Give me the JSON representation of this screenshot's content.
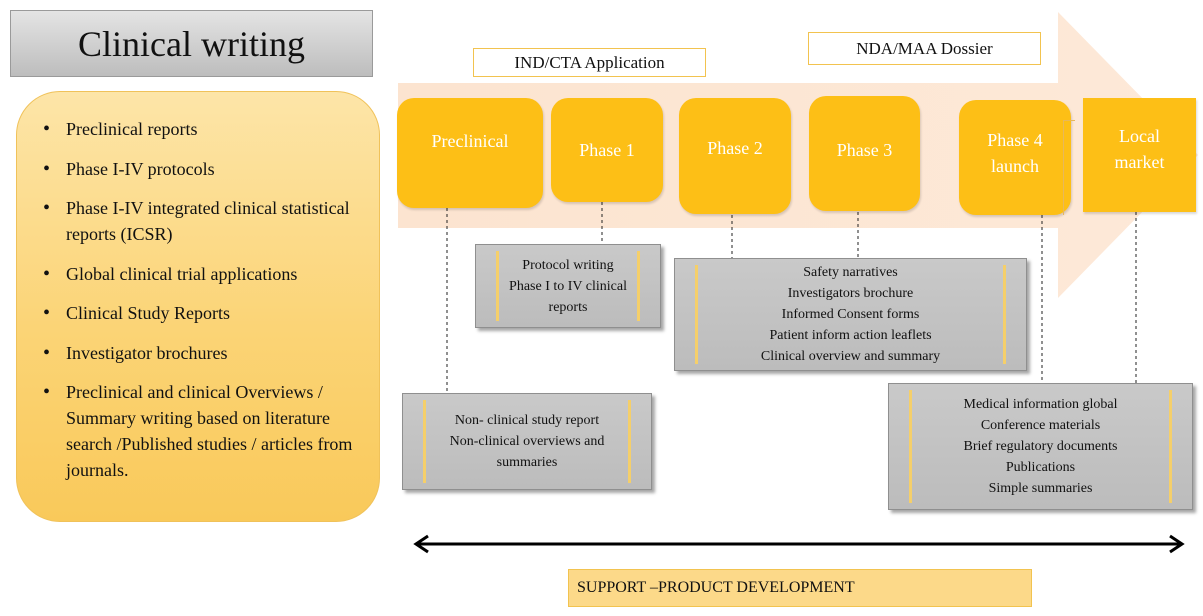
{
  "title": "Clinical writing",
  "left_items": [
    "Preclinical reports",
    "Phase I-IV protocols",
    "Phase I-IV integrated clinical statistical reports (ICSR)",
    "Global clinical trial applications",
    "Clinical Study Reports",
    "Investigator brochures",
    "Preclinical and clinical Overviews / Summary writing  based on literature search /Published studies / articles from journals."
  ],
  "applications": {
    "ind": "IND/CTA Application",
    "nda": "NDA/MAA Dossier"
  },
  "phases": {
    "preclinical": "Preclinical",
    "phase1": "Phase 1",
    "phase2": "Phase 2",
    "phase3": "Phase 3",
    "phase4": [
      "Phase 4",
      "launch"
    ],
    "local": [
      "Local",
      "market"
    ]
  },
  "boxes": {
    "protocol": [
      "Protocol writing",
      "Phase I to IV clinical",
      "reports"
    ],
    "safety": [
      "Safety narratives",
      "Investigators brochure",
      "Informed Consent forms",
      "Patient inform action leaflets",
      "Clinical overview and summary"
    ],
    "nonclinical": [
      "Non- clinical study report",
      "Non-clinical overviews and",
      "summaries"
    ],
    "medical": [
      "Medical information global",
      "Conference materials",
      "Brief regulatory documents",
      "Publications",
      "Simple summaries"
    ]
  },
  "support": "SUPPORT –PRODUCT DEVELOPMENT"
}
